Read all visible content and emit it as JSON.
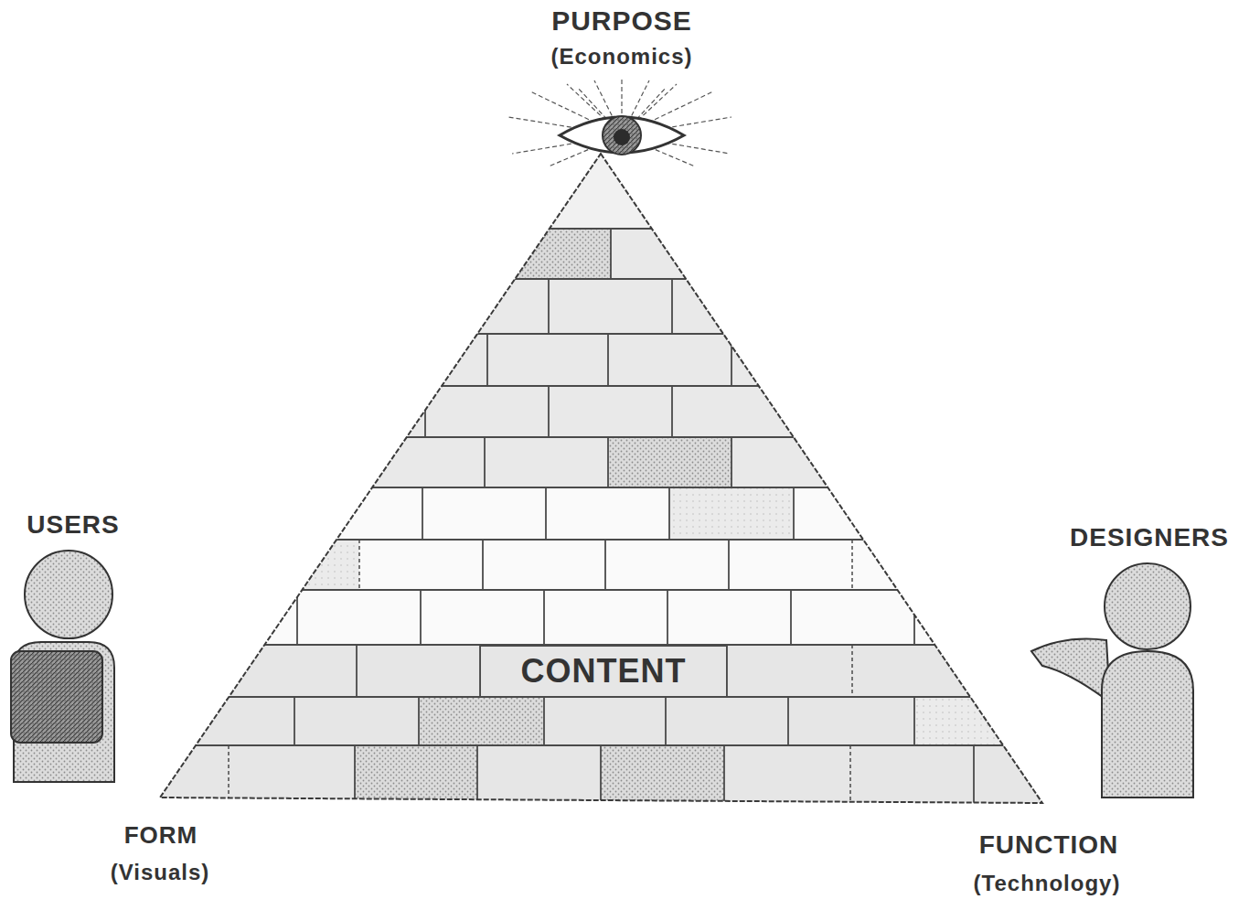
{
  "diagram": {
    "nodes": [
      {
        "text": [
          "CONTENT"
        ]
      }
    ],
    "labels": [
      "PURPOSE",
      "(Economics)",
      "USERS",
      "DESIGNERS",
      "FORM",
      "(Visuals)",
      "FUNCTION",
      "(Technology)"
    ]
  }
}
